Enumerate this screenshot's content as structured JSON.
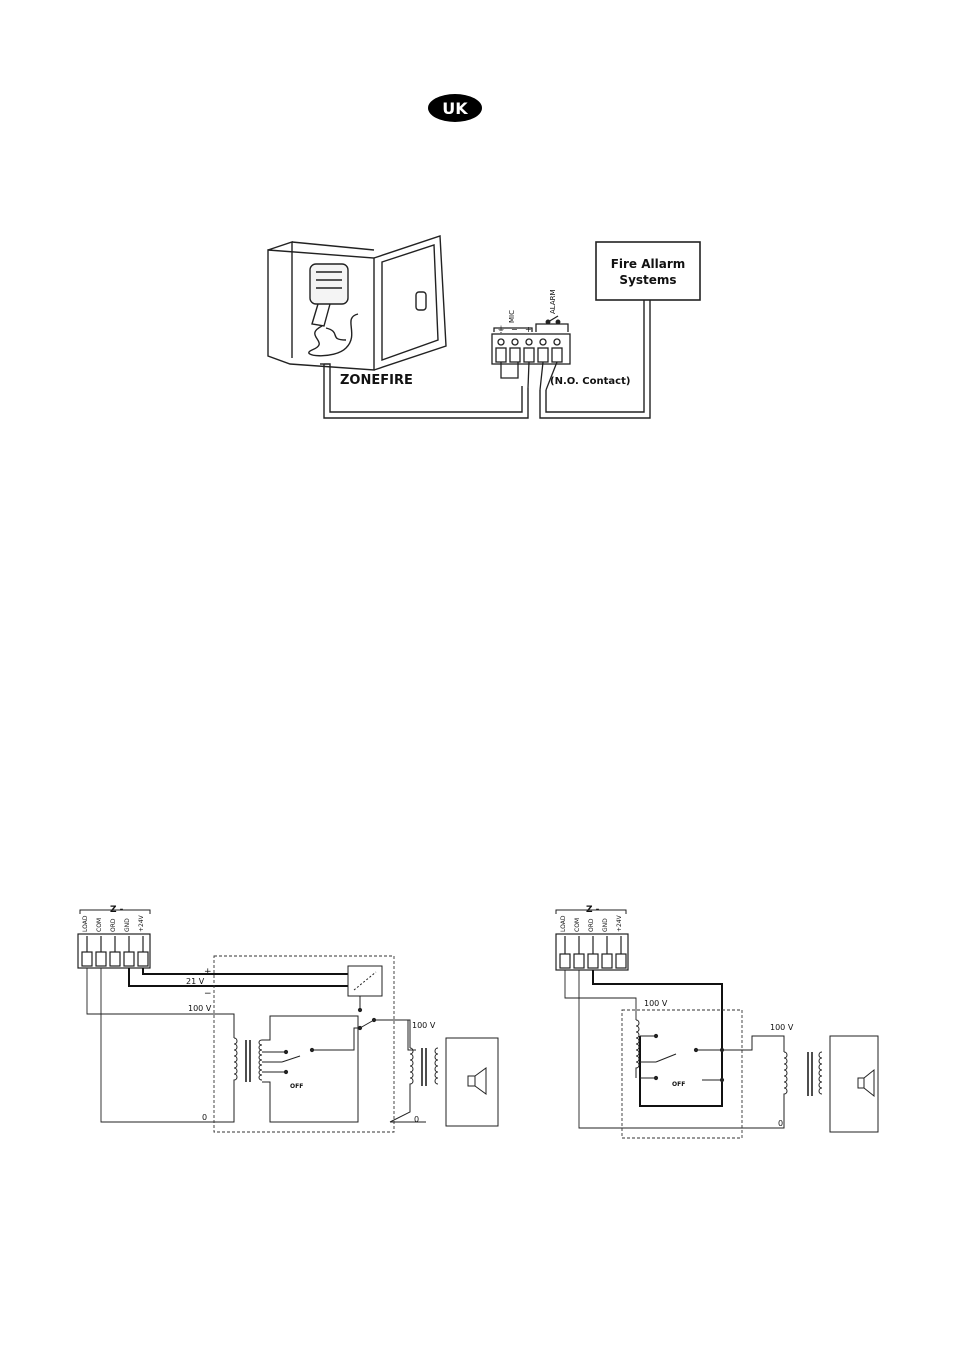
{
  "badge": {
    "label": "UK",
    "color": "#000000"
  },
  "fire_diagram": {
    "cabinet_label": "ZONEFIRE",
    "box_label_line1": "Fire Allarm",
    "box_label_line2": "Systems",
    "terminal_group_mic": "MIC",
    "terminal_group_alarm": "ALARM",
    "terminal_marks": [
      "⏚",
      "−",
      "+"
    ],
    "contact_label": "(N.O. Contact)"
  },
  "left_circuit": {
    "zone_label": "Z -",
    "terminals": [
      "LOAD",
      "COM",
      "ORD",
      "GND",
      "+24V"
    ],
    "plus_mark": "+",
    "minus_mark": "−",
    "voltage_21": "21 V",
    "voltage_100_a": "100 V",
    "voltage_100_b": "100 V",
    "zero_a": "0",
    "zero_b": "0",
    "off_label": "OFF"
  },
  "right_circuit": {
    "zone_label": "Z -",
    "terminals": [
      "LOAD",
      "COM",
      "ORD",
      "GND",
      "+24V"
    ],
    "voltage_100_a": "100 V",
    "voltage_100_b": "100 V",
    "zero": "0",
    "off_label": "OFF"
  }
}
